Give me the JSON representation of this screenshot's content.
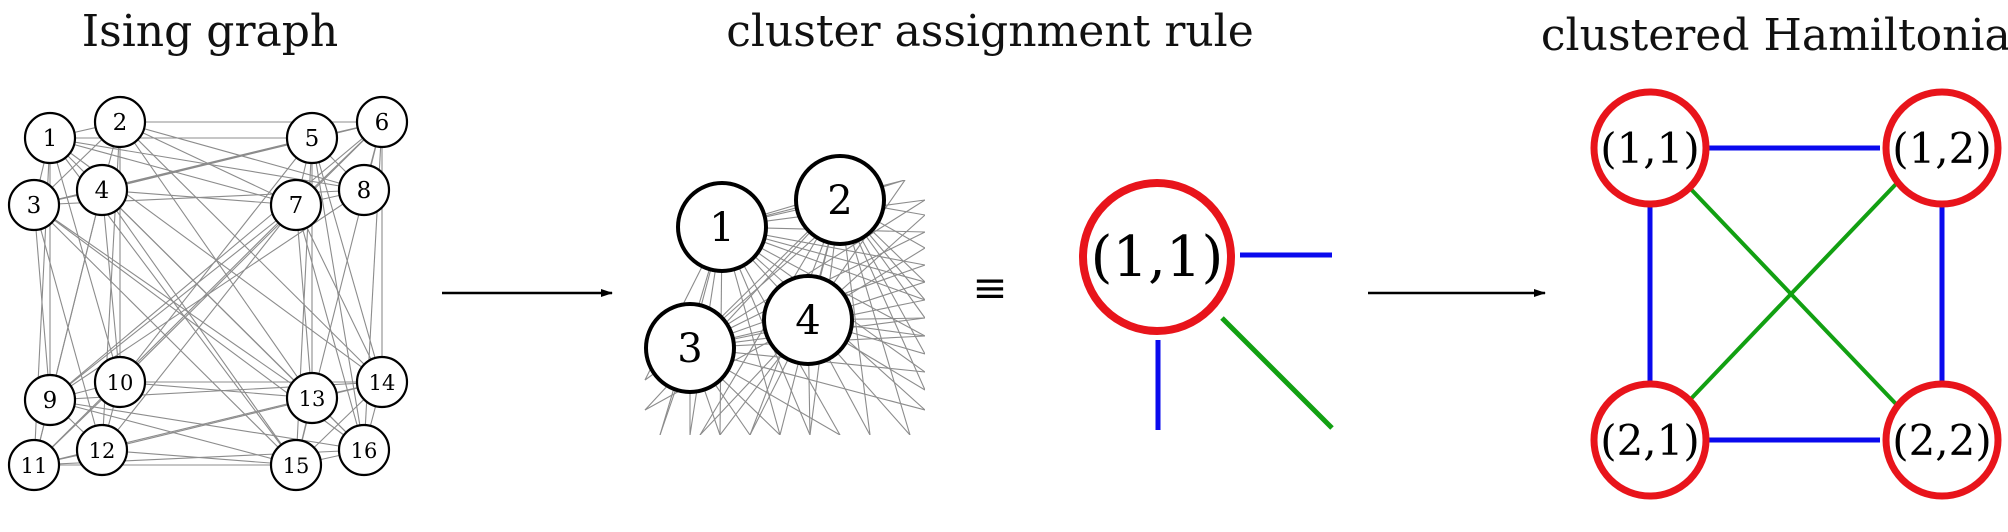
{
  "panels": {
    "ising": {
      "title": "Ising graph"
    },
    "rule": {
      "title": "cluster assignment rule"
    },
    "clustered": {
      "title": "clustered Hamiltonian"
    }
  },
  "ising_nodes": [
    "1",
    "2",
    "3",
    "4",
    "5",
    "6",
    "7",
    "8",
    "9",
    "10",
    "11",
    "12",
    "13",
    "14",
    "15",
    "16"
  ],
  "zoom_nodes": [
    "1",
    "2",
    "3",
    "4"
  ],
  "equiv_symbol": "≡",
  "cluster_label": "(1,1)",
  "clusters": [
    "(1,1)",
    "(1,2)",
    "(2,1)",
    "(2,2)"
  ],
  "colors": {
    "cluster_ring": "#e8141b",
    "intra_edge": "#0a0aee",
    "diag_edge": "#12a012",
    "ising_edge": "#8c8c8c",
    "arrow": "#000000"
  }
}
